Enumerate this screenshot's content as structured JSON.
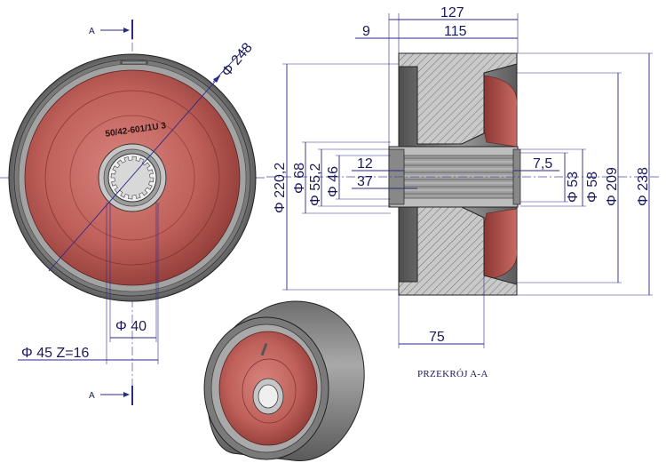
{
  "colors": {
    "background": "#ffffff",
    "dimension_lines": "#2a2a8a",
    "steel_gray": "#8a8a8a",
    "red_paint": "#b85450",
    "red_shadow": "#8a3430"
  },
  "front_view": {
    "section_label_top": "A",
    "section_label_bottom": "A",
    "part_marking": "50/42-601/1U 3",
    "dim_outer_diameter": "Φ 248",
    "dim_spline_inner": "Φ  40",
    "dim_spline_outer": "Φ  45  Z=16"
  },
  "section_view": {
    "dim_overall_width": "127",
    "dim_inner_width": "115",
    "dim_rim_offset": "9",
    "dim_hub_offset": "75",
    "dim_diameter_220": "Φ 220,2",
    "dim_diameter_68": "Φ 68",
    "dim_diameter_55": "Φ 55,2",
    "dim_diameter_46": "Φ 46",
    "dim_hub_12": "12",
    "dim_hub_37": "37",
    "dim_hub_7_5": "7,5",
    "dim_diameter_53": "Φ 53",
    "dim_diameter_58": "Φ 58",
    "dim_diameter_209": "Φ 209",
    "dim_diameter_238": "Φ 238",
    "caption": "PRZEKRÓJ A-A"
  }
}
